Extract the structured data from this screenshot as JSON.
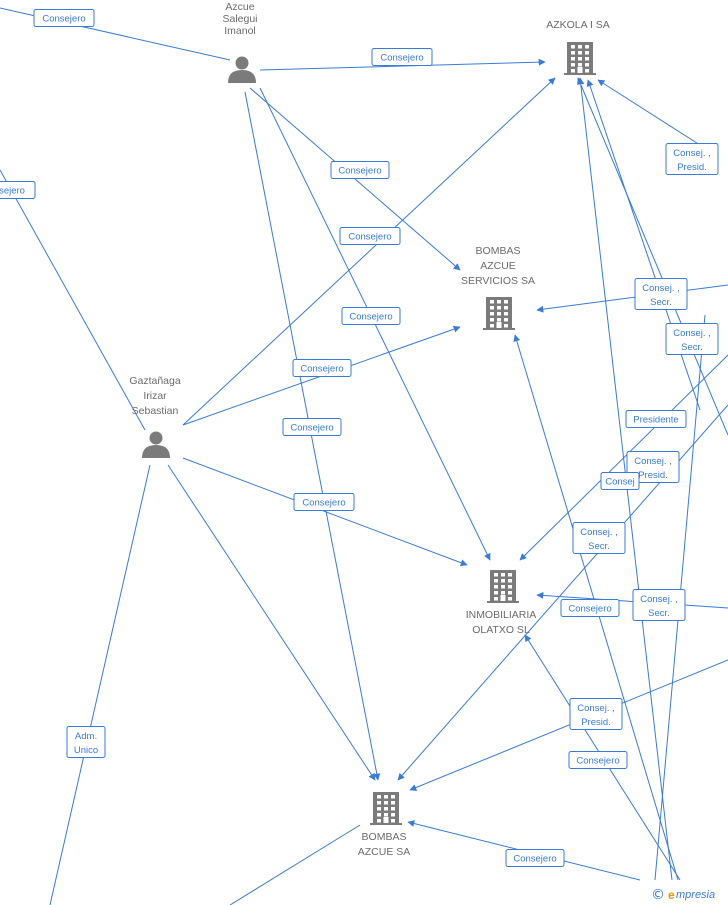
{
  "nodes": [
    {
      "id": "azcue",
      "type": "person",
      "lines": [
        "Azcue",
        "Salegui",
        "Imanol"
      ]
    },
    {
      "id": "gaztanaga",
      "type": "person",
      "lines": [
        "Gaztañaga",
        "Irizar",
        "Sebastian"
      ]
    },
    {
      "id": "azkola",
      "type": "company",
      "lines": [
        "AZKOLA I SA"
      ]
    },
    {
      "id": "bombas_servicios",
      "type": "company",
      "lines": [
        "BOMBAS",
        "AZCUE",
        "SERVICIOS SA"
      ]
    },
    {
      "id": "inmobiliaria",
      "type": "company",
      "lines": [
        "INMOBILIARIA",
        "OLATXO SL"
      ]
    },
    {
      "id": "bombas_azcue",
      "type": "company",
      "lines": [
        "BOMBAS",
        "AZCUE SA"
      ]
    }
  ],
  "edge_labels": [
    {
      "lines": [
        "Consejero"
      ]
    },
    {
      "lines": [
        "Consejero"
      ]
    },
    {
      "lines": [
        "Consejero"
      ]
    },
    {
      "lines": [
        "Consejero"
      ]
    },
    {
      "lines": [
        "Consejero"
      ]
    },
    {
      "lines": [
        "sejero"
      ]
    },
    {
      "lines": [
        "Consejero"
      ]
    },
    {
      "lines": [
        "Consejero"
      ]
    },
    {
      "lines": [
        "Consejero"
      ]
    },
    {
      "lines": [
        "Adm.",
        "Unico"
      ]
    },
    {
      "lines": [
        "Consej. ,",
        "Presid."
      ]
    },
    {
      "lines": [
        "Consej. ,",
        "Secr."
      ]
    },
    {
      "lines": [
        "Consej. ,",
        "Secr."
      ]
    },
    {
      "lines": [
        "Presidente"
      ]
    },
    {
      "lines": [
        "Consej. ,",
        "Presid."
      ]
    },
    {
      "lines": [
        "Consej"
      ]
    },
    {
      "lines": [
        "Consej. ,",
        "Secr."
      ]
    },
    {
      "lines": [
        "Consejero"
      ]
    },
    {
      "lines": [
        "Consej. ,",
        "Secr."
      ]
    },
    {
      "lines": [
        "Consej. ,",
        "Presid."
      ]
    },
    {
      "lines": [
        "Consejero"
      ]
    },
    {
      "lines": [
        "Consejero"
      ]
    }
  ],
  "brand": {
    "copyright": "©",
    "first_letter": "e",
    "rest": "mpresia"
  },
  "colors": {
    "edge": "#3a7bd5",
    "node": "#7b7b7b",
    "text": "#6b6b6b",
    "brand_accent": "#f29400"
  }
}
